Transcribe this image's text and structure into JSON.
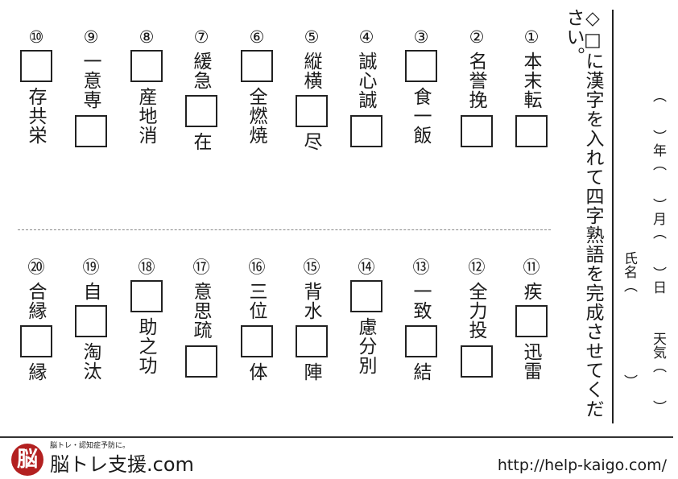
{
  "worksheet": {
    "instruction": "◇□に漢字を入れて四字熟語を完成させてください。",
    "date_label": "（　　）年（　　）月（　　）日",
    "weather_label": "天気（　　）",
    "name_label": "氏名（　　　　　　）"
  },
  "puzzles": [
    {
      "number": "①",
      "top": "本末転",
      "bottom": ""
    },
    {
      "number": "②",
      "top": "名誉挽",
      "bottom": ""
    },
    {
      "number": "③",
      "top": "",
      "bottom": "食一飯"
    },
    {
      "number": "④",
      "top": "誠心誠",
      "bottom": ""
    },
    {
      "number": "⑤",
      "top": "縦横",
      "bottom": "尽"
    },
    {
      "number": "⑥",
      "top": "",
      "bottom": "全燃焼"
    },
    {
      "number": "⑦",
      "top": "緩急",
      "bottom": "在"
    },
    {
      "number": "⑧",
      "top": "",
      "bottom": "産地消"
    },
    {
      "number": "⑨",
      "top": "一意専",
      "bottom": ""
    },
    {
      "number": "⑩",
      "top": "",
      "bottom": "存共栄"
    },
    {
      "number": "⑪",
      "top": "疾",
      "bottom": "迅雷"
    },
    {
      "number": "⑫",
      "top": "全力投",
      "bottom": ""
    },
    {
      "number": "⑬",
      "top": "一致",
      "bottom": "結"
    },
    {
      "number": "⑭",
      "top": "",
      "bottom": "慮分別"
    },
    {
      "number": "⑮",
      "top": "背水",
      "bottom": "陣"
    },
    {
      "number": "⑯",
      "top": "三位",
      "bottom": "体"
    },
    {
      "number": "⑰",
      "top": "意思疏",
      "bottom": ""
    },
    {
      "number": "⑱",
      "top": "",
      "bottom": "助之功"
    },
    {
      "number": "⑲",
      "top": "自",
      "bottom": "淘汰"
    },
    {
      "number": "⑳",
      "top": "合縁",
      "bottom": "縁"
    }
  ],
  "footer": {
    "logo_char": "脳",
    "tagline": "脳トレ・認知症予防に。",
    "brand": "脳トレ支援.com",
    "url": "http://help-kaigo.com/"
  }
}
